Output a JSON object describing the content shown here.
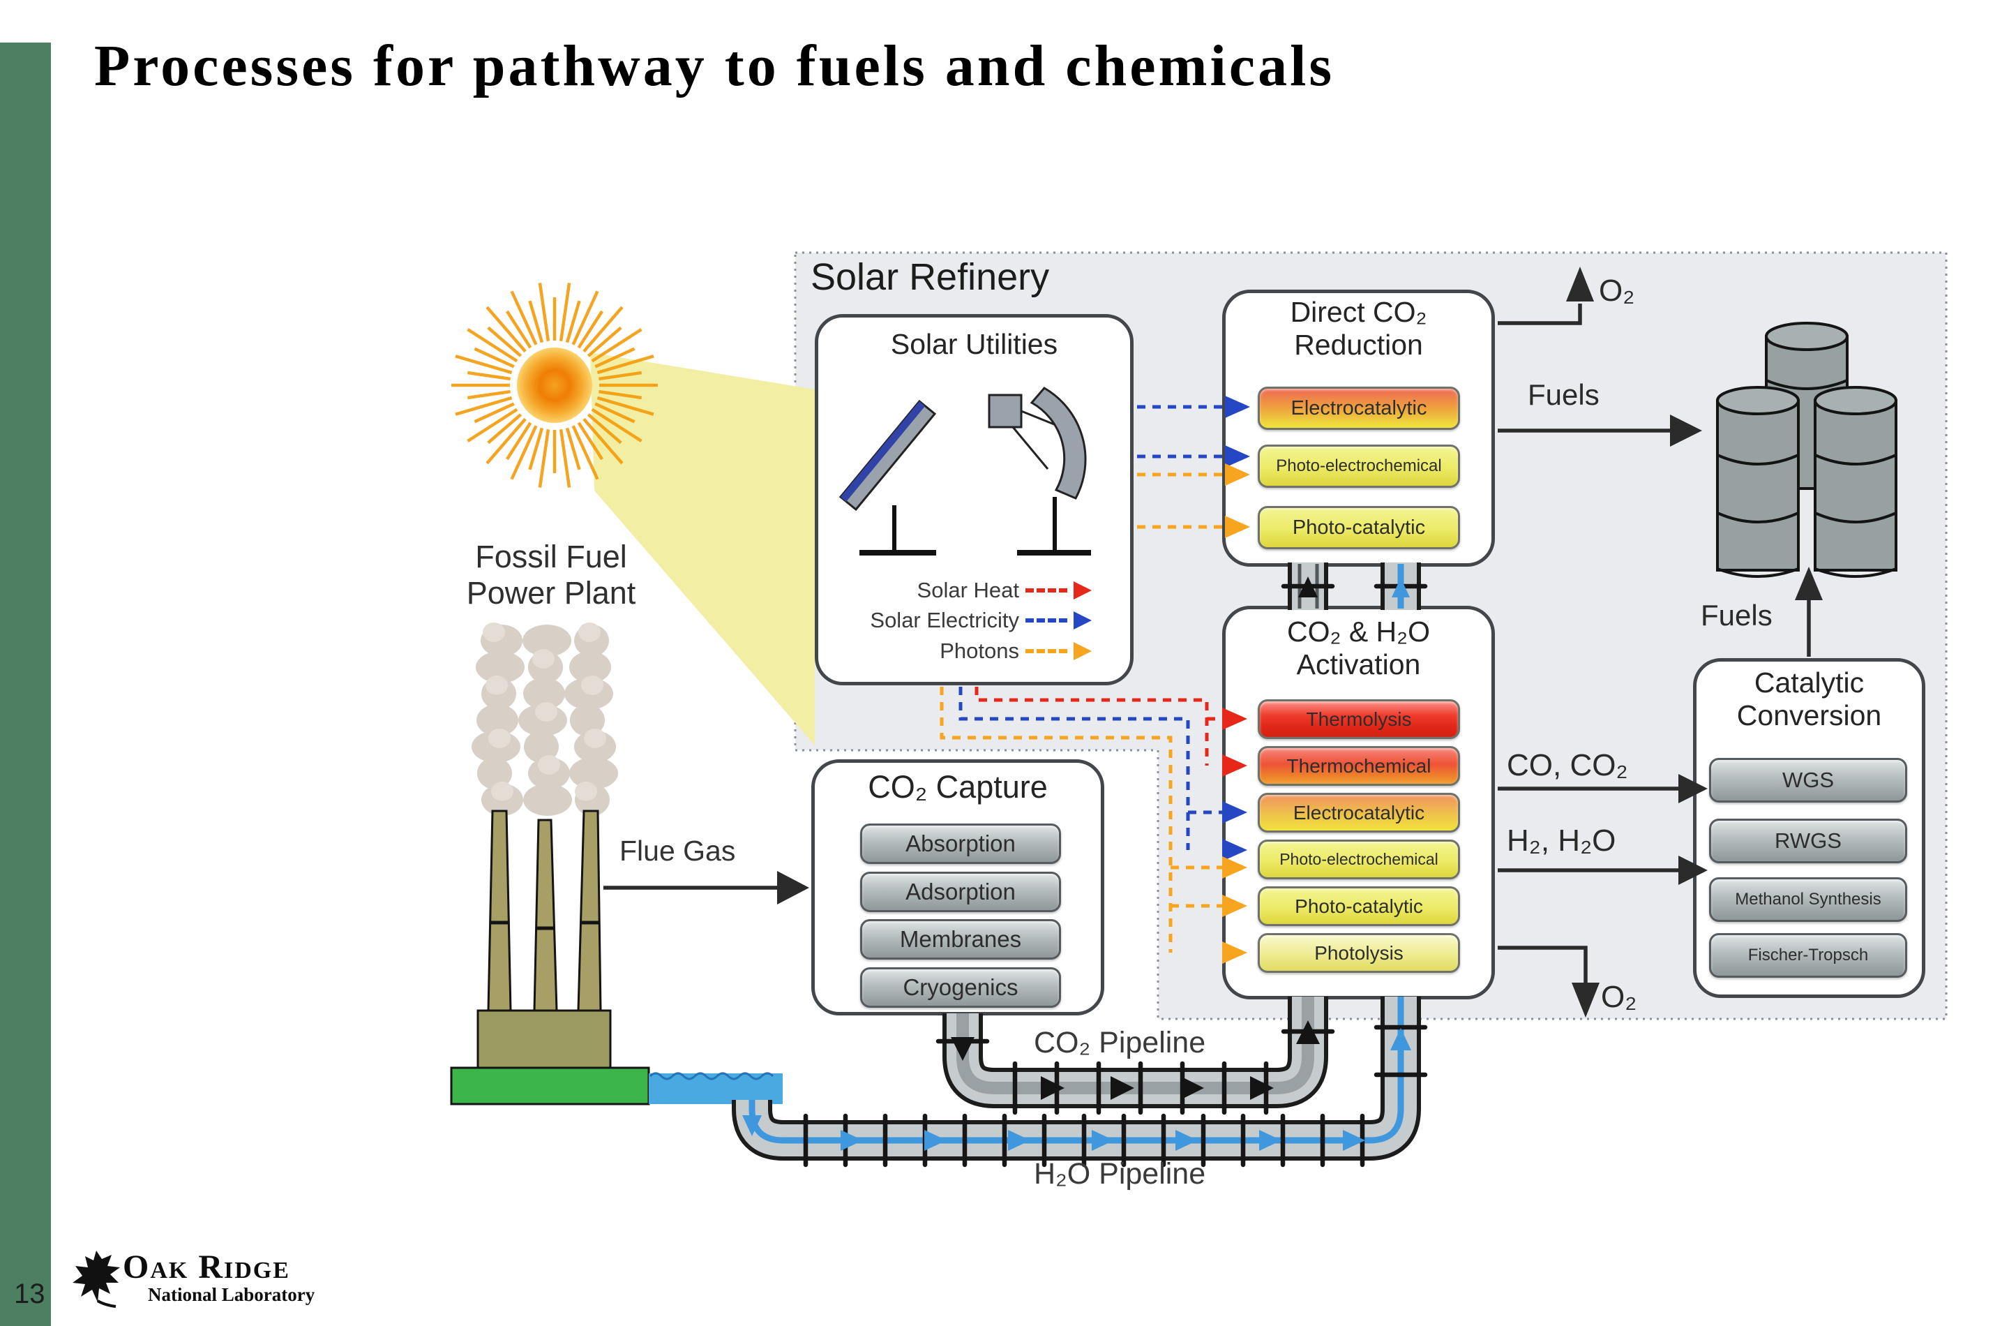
{
  "slide": {
    "title": "Processes for pathway to fuels and chemicals",
    "page_number": "13"
  },
  "footer": {
    "org": "Oak Ridge",
    "org_sub": "National Laboratory"
  },
  "diagram": {
    "solar_refinery": {
      "label": "Solar Refinery"
    },
    "solar_utilities": {
      "title": "Solar Utilities",
      "legend": [
        {
          "label": "Solar Heat",
          "color": "#e8271b"
        },
        {
          "label": "Solar Electricity",
          "color": "#2547c4"
        },
        {
          "label": "Photons",
          "color": "#f7a51f"
        }
      ]
    },
    "direct_co2_reduction": {
      "title_line1": "Direct CO₂",
      "title_line2": "Reduction",
      "pills": [
        {
          "label": "Electrocatalytic"
        },
        {
          "label": "Photo-electrochemical"
        },
        {
          "label": "Photo-catalytic"
        }
      ]
    },
    "co2_h2o_activation": {
      "title_line1": "CO₂ & H₂O",
      "title_line2": "Activation",
      "pills": [
        {
          "label": "Thermolysis"
        },
        {
          "label": "Thermochemical"
        },
        {
          "label": "Electrocatalytic"
        },
        {
          "label": "Photo-electrochemical"
        },
        {
          "label": "Photo-catalytic"
        },
        {
          "label": "Photolysis"
        }
      ]
    },
    "co2_capture": {
      "title": "CO₂ Capture",
      "pills": [
        {
          "label": "Absorption"
        },
        {
          "label": "Adsorption"
        },
        {
          "label": "Membranes"
        },
        {
          "label": "Cryogenics"
        }
      ]
    },
    "catalytic_conversion": {
      "title_line1": "Catalytic",
      "title_line2": "Conversion",
      "pills": [
        {
          "label": "WGS"
        },
        {
          "label": "RWGS"
        },
        {
          "label": "Methanol Synthesis"
        },
        {
          "label": "Fischer-Tropsch"
        }
      ]
    },
    "power_plant": {
      "label_line1": "Fossil Fuel",
      "label_line2": "Power Plant",
      "flue_gas_label": "Flue Gas"
    },
    "flow_labels": {
      "o2_top": "O₂",
      "o2_bottom": "O₂",
      "fuels_to_barrels": "Fuels",
      "fuels_from_catalytic": "Fuels",
      "co_co2": "CO, CO₂",
      "h2_h2o": "H₂, H₂O",
      "co2_pipeline": "CO₂ Pipeline",
      "h2o_pipeline": "H₂O Pipeline"
    },
    "icons": {
      "sun": "sun-icon",
      "solar_panel": "solar-panel-icon",
      "parabolic_dish": "parabolic-dish-icon",
      "smokestacks": "power-plant-icon",
      "oil_barrels": "oil-barrels-icon",
      "oak_leaf": "oak-leaf-icon"
    },
    "colors": {
      "solar_heat": "#e8271b",
      "solar_electricity": "#2547c4",
      "photons": "#f7a51f",
      "water_flow": "#3f97de",
      "refinery_background": "#e9ebee",
      "slide_bar_green": "#4d8063"
    }
  }
}
